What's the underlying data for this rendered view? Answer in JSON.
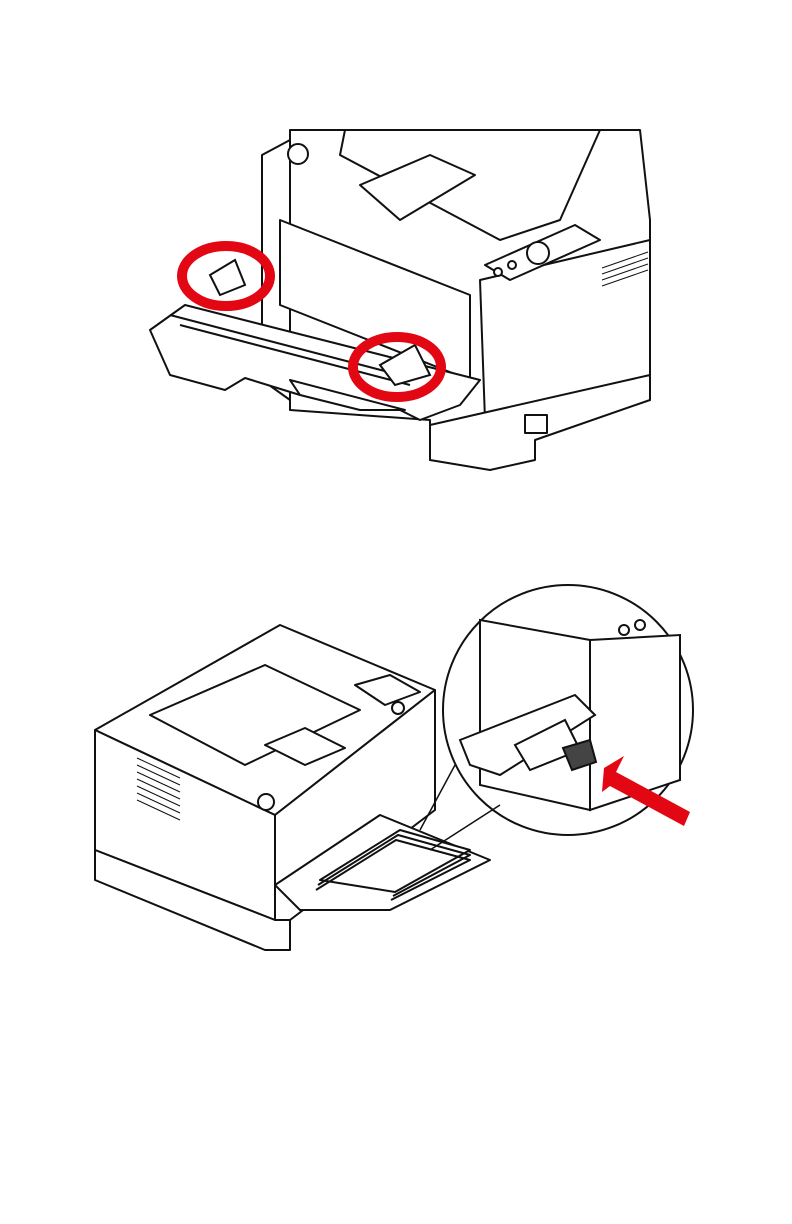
{
  "page": {
    "number": ""
  },
  "colors": {
    "line": "#111111",
    "highlight": "#e30613",
    "paper": "#ffffff",
    "shade": "#dddddd"
  },
  "figures": [
    {
      "id": "printer-mp-tray-guides-closeup",
      "callouts": [
        "red-circle-left-paper-guide",
        "red-circle-right-paper-guide"
      ]
    },
    {
      "id": "printer-with-paper-loaded-in-mp-tray",
      "callouts": [
        "magnified-inset-lever",
        "red-arrow-pointing-to-lever"
      ]
    }
  ]
}
